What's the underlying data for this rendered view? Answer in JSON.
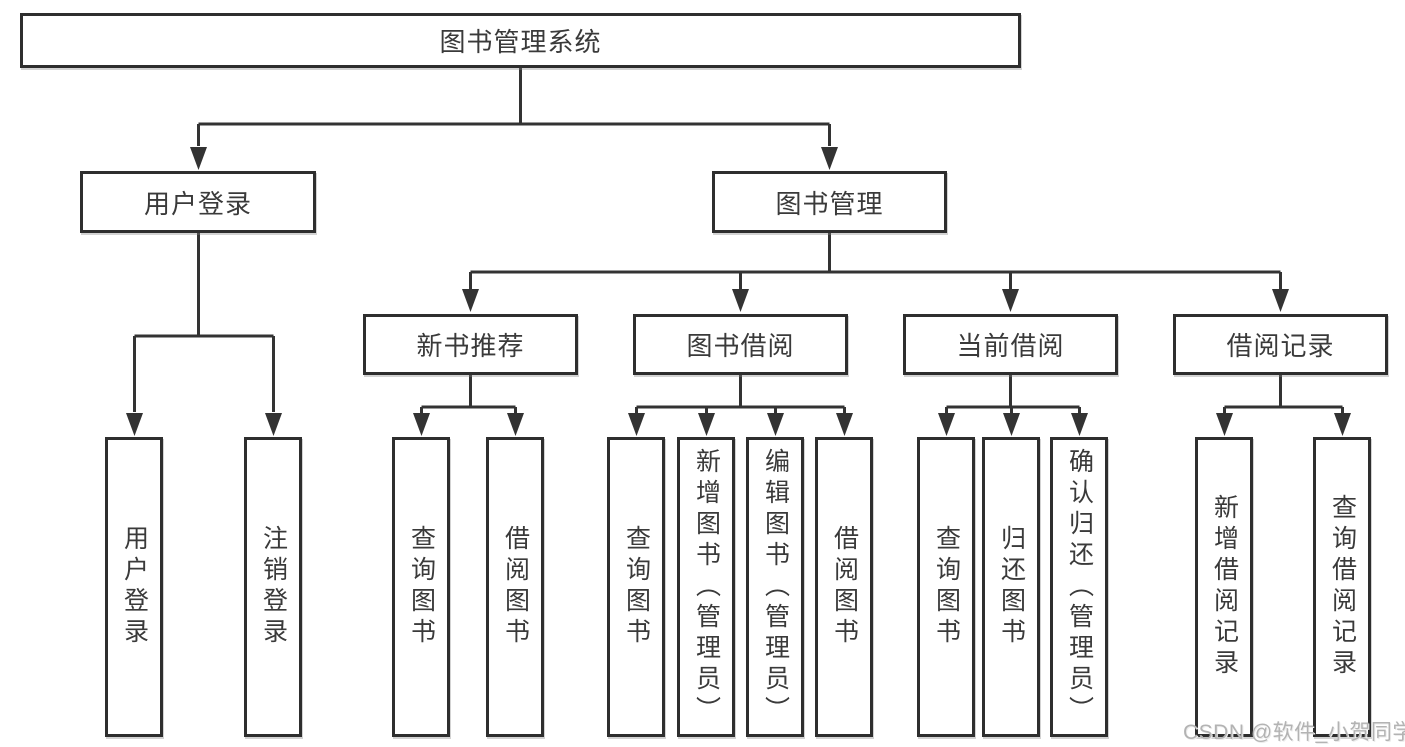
{
  "tree": {
    "label": "图书管理系统",
    "children": [
      {
        "label": "用户登录",
        "children": [
          {
            "label": "用户登录"
          },
          {
            "label": "注销登录"
          }
        ]
      },
      {
        "label": "图书管理",
        "children": [
          {
            "label": "新书推荐",
            "children": [
              {
                "label": "查询图书"
              },
              {
                "label": "借阅图书"
              }
            ]
          },
          {
            "label": "图书借阅",
            "children": [
              {
                "label": "查询图书"
              },
              {
                "label": "新增图书（管理员）"
              },
              {
                "label": "编辑图书（管理员）"
              },
              {
                "label": "借阅图书"
              }
            ]
          },
          {
            "label": "当前借阅",
            "children": [
              {
                "label": "查询图书"
              },
              {
                "label": "归还图书"
              },
              {
                "label": "确认归还（管理员）"
              }
            ]
          },
          {
            "label": "借阅记录",
            "children": [
              {
                "label": "新增借阅记录"
              },
              {
                "label": "查询借阅记录"
              }
            ]
          }
        ]
      }
    ]
  },
  "watermark": "CSDN @软件_小贺同学",
  "colors": {
    "line": "#333333",
    "box_border": "#2e2e2e",
    "text": "#3a3a3a",
    "watermark": "#b3b3b3",
    "background": "#ffffff"
  }
}
